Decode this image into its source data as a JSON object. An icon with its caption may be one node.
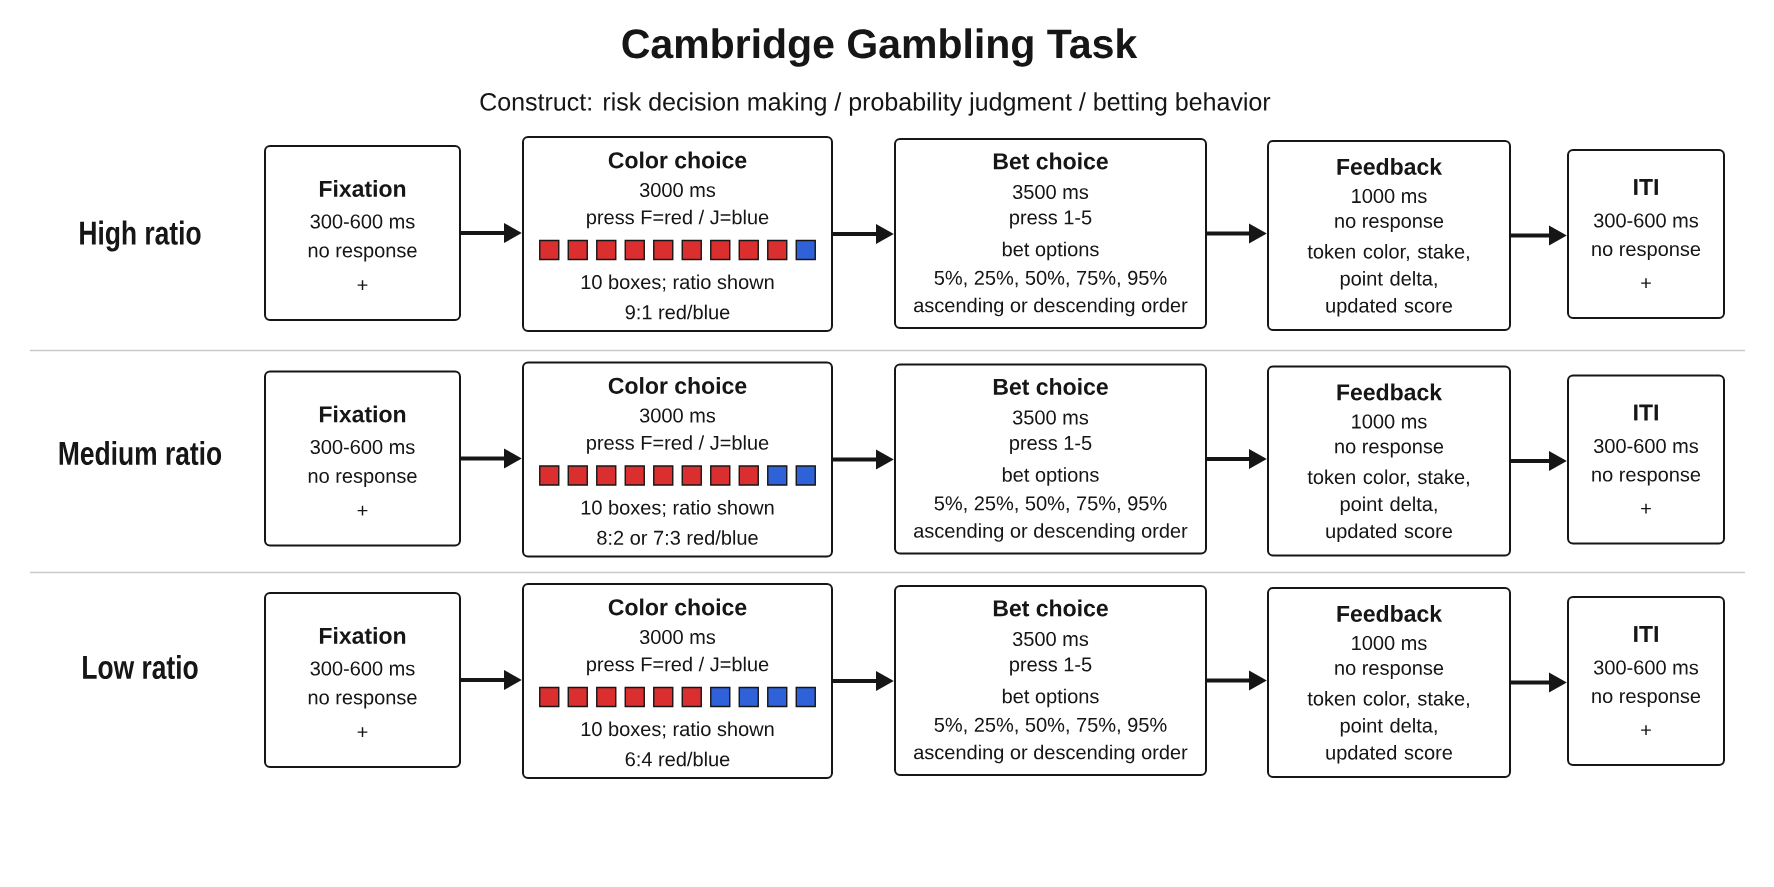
{
  "diagram": {
    "title": "Cambridge Gambling Task",
    "nodes": [
      {
        "text": [
          "Fixation",
          "300-600 ms",
          "no response",
          "+"
        ]
      },
      {
        "text": [
          "Color choice",
          "3000 ms",
          "press F=red / J=blue",
          "10 boxes; ratio shown",
          "9:1 red/blue"
        ]
      },
      {
        "text": [
          "Bet choice",
          "3500 ms",
          "press 1-5",
          "bet options",
          "5%, 25%, 50%, 75%, 95%",
          "ascending or descending order"
        ]
      },
      {
        "text": [
          "Feedback",
          "1000 ms",
          "no response",
          "token color, stake, point delta, updated score"
        ]
      },
      {
        "text": [
          "ITI",
          "300-600 ms",
          "no response",
          "+"
        ]
      },
      {
        "text": [
          "Fixation",
          "300-600 ms",
          "no response",
          "+"
        ]
      },
      {
        "text": [
          "Color choice",
          "3000 ms",
          "press F=red / J=blue",
          "10 boxes; ratio shown",
          "8:2 or 7:3 red/blue"
        ]
      },
      {
        "text": [
          "Bet choice",
          "3500 ms",
          "press 1-5",
          "bet options",
          "5%, 25%, 50%, 75%, 95%",
          "ascending or descending order"
        ]
      },
      {
        "text": [
          "Feedback",
          "1000 ms",
          "no response",
          "token color, stake, point delta, updated score"
        ]
      },
      {
        "text": [
          "ITI",
          "300-600 ms",
          "no response",
          "+"
        ]
      },
      {
        "text": [
          "Fixation",
          "300-600 ms",
          "no response",
          "+"
        ]
      },
      {
        "text": [
          "Color choice",
          "3000 ms",
          "press F=red / J=blue",
          "10 boxes; ratio shown",
          "6:4 red/blue"
        ]
      },
      {
        "text": [
          "Bet choice",
          "3500 ms",
          "press 1-5",
          "bet options",
          "5%, 25%, 50%, 75%, 95%",
          "ascending or descending order"
        ]
      },
      {
        "text": [
          "Feedback",
          "1000 ms",
          "no response",
          "token color, stake, point delta, updated score"
        ]
      },
      {
        "text": [
          "ITI",
          "300-600 ms",
          "no response",
          "+"
        ]
      }
    ],
    "edges": [
      {
        "from": 0,
        "to": 1,
        "arrow": "to"
      },
      {
        "from": 1,
        "to": 2,
        "arrow": "to"
      },
      {
        "from": 2,
        "to": 3,
        "arrow": "to"
      },
      {
        "from": 3,
        "to": 4,
        "arrow": "to"
      },
      {
        "from": 5,
        "to": 6,
        "arrow": "to"
      },
      {
        "from": 6,
        "to": 7,
        "arrow": "to"
      },
      {
        "from": 7,
        "to": 8,
        "arrow": "to"
      },
      {
        "from": 8,
        "to": 9,
        "arrow": "to"
      },
      {
        "from": 10,
        "to": 11,
        "arrow": "to"
      },
      {
        "from": 11,
        "to": 12,
        "arrow": "to"
      },
      {
        "from": 12,
        "to": 13,
        "arrow": "to"
      },
      {
        "from": 13,
        "to": 14,
        "arrow": "to"
      }
    ],
    "labels": [
      "Construct: risk decision making / probability judgment / betting behavior",
      "High ratio",
      "Medium ratio",
      "Low ratio"
    ]
  }
}
